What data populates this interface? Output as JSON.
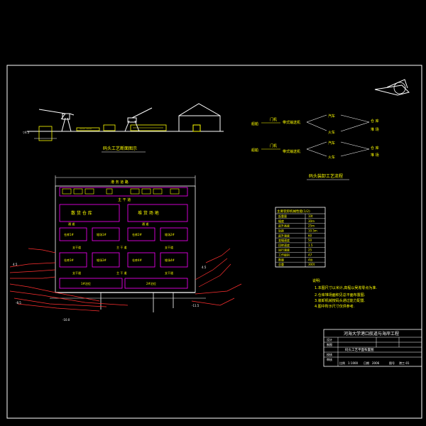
{
  "drawing": {
    "background": "#000000",
    "frame_color": "#ffffff",
    "profile_caption": "码头工艺断面图示",
    "flow_caption": "码头装卸工艺流程",
    "plan": {
      "top_road": "港 务 道 路",
      "main_road_top": "主 干 道",
      "main_road_mid": "主 干 道",
      "main_road_bottom": "主 干 道",
      "left_cross": "通 道",
      "right_cross": "通 道",
      "warehouse": "散 货 仓 库",
      "yard": "堆 货 场 地",
      "wh_1": "仓库1#",
      "wh_2": "堆场1#",
      "wh_3": "仓库2#",
      "wh_4": "堆场2#",
      "wh_5": "仓库3#",
      "wh_6": "堆场3#",
      "wh_7": "仓库4#",
      "wh_8": "堆场4#",
      "berth_1": "1#泊位",
      "berth_2": "2#泊位",
      "small_road_1": "支干道",
      "small_road_2": "支干道",
      "small_road_3": "支干道",
      "small_road_4": "支干道"
    },
    "flow": {
      "row1": {
        "source": "船舶",
        "step1": "门机",
        "step2": "带式输送机",
        "branch_a": "汽车",
        "branch_b": "火车",
        "dest_a": "仓 库",
        "dest_b": "堆 场"
      },
      "row2": {
        "source": "船舶",
        "step1": "门机",
        "step2": "带式输送机",
        "branch_a": "汽车",
        "branch_b": "火车",
        "dest_a": "仓 库",
        "dest_b": "堆 场"
      }
    },
    "table": {
      "header": "主要装卸机械性能(1/2)",
      "rows": [
        {
          "label": "起重量",
          "value": "10t"
        },
        {
          "label": "幅度",
          "value": "30m"
        },
        {
          "label": "起升高度",
          "value": "25m"
        },
        {
          "label": "轨距",
          "value": "10.5m"
        },
        {
          "label": "起升速度",
          "value": "60"
        },
        {
          "label": "变幅速度",
          "value": "50"
        },
        {
          "label": "回转速度",
          "value": "1.5"
        },
        {
          "label": "运行速度",
          "value": "25"
        },
        {
          "label": "工作级别",
          "value": "A7"
        },
        {
          "label": "数量",
          "value": "4台"
        },
        {
          "label": "总重",
          "value": "300t"
        }
      ]
    },
    "notes": {
      "title": "说明:",
      "lines": [
        "1.本图尺寸以米计,高程以吴淞零点为准.",
        "2.仓库堆场面积见总平面布置图.",
        "3.装卸机械按码头通过能力配置.",
        "4.图中所示尺寸仅供参考."
      ]
    },
    "title_block": {
      "institution": "河海大学港口航道与海岸工程",
      "drawing_name": "码头工艺平面布置图",
      "row_labels": [
        "设计",
        "制图",
        "校核",
        "审核"
      ],
      "footer": [
        "比例",
        "1:1000",
        "日期",
        "2006",
        "图号",
        "港工-01"
      ]
    },
    "elevations": [
      "4.5",
      "4.5",
      "-8.5",
      "-10.0",
      "-11.5"
    ]
  }
}
